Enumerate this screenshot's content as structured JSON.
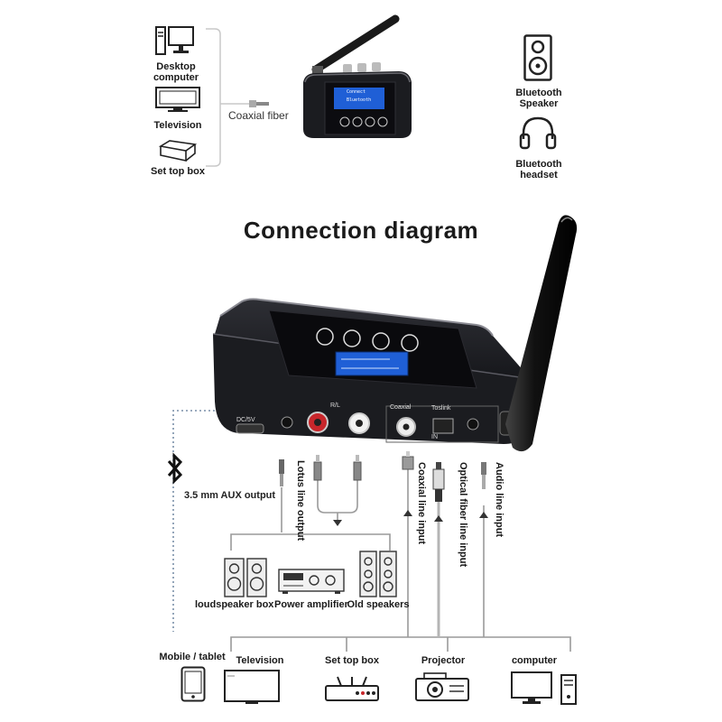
{
  "title": "Connection diagram",
  "top": {
    "sources": [
      {
        "label_line1": "Desktop",
        "label_line2": "computer"
      },
      {
        "label": "Television"
      },
      {
        "label": "Set top box"
      }
    ],
    "cable_label": "Coaxial fiber",
    "outputs": [
      {
        "label_line1": "Bluetooth",
        "label_line2": "Speaker"
      },
      {
        "label_line1": "Bluetooth",
        "label_line2": "headset"
      }
    ],
    "small_lcd": {
      "line1": "Connect",
      "line2": "Bluetooth"
    }
  },
  "device": {
    "port_labels": {
      "dc": "DC/5V",
      "rl": "R/L",
      "coaxial": "Coaxial",
      "toslink": "Toslink",
      "in": "IN"
    }
  },
  "connections": {
    "aux_output": "3.5 mm AUX output",
    "lotus_output": "Lotus line output",
    "coaxial_input": "Coaxial line input",
    "optical_input": "Optical fiber line input",
    "audio_input": "Audio line input"
  },
  "output_devices": [
    {
      "label": "loudspeaker box"
    },
    {
      "label": "Power amplifier"
    },
    {
      "label": "Old speakers"
    }
  ],
  "input_devices": [
    {
      "label": "Mobile / tablet"
    },
    {
      "label": "Television"
    },
    {
      "label": "Set top box"
    },
    {
      "label": "Projector"
    },
    {
      "label": "computer"
    }
  ],
  "colors": {
    "lcd_blue": "#1f5fd6",
    "device_body": "#1b1c20",
    "wire": "#9a9a9a"
  }
}
